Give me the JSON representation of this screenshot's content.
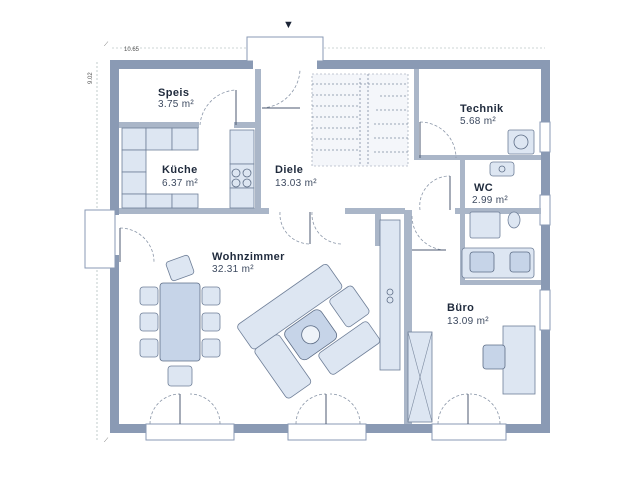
{
  "plan": {
    "dimensions": {
      "width": "10.65",
      "height": "9.02"
    },
    "rooms": [
      {
        "name": "Speis",
        "area": "3.75 m²"
      },
      {
        "name": "Küche",
        "area": "6.37 m²"
      },
      {
        "name": "Diele",
        "area": "13.03 m²"
      },
      {
        "name": "Technik",
        "area": "5.68 m²"
      },
      {
        "name": "WC",
        "area": "2.99 m²"
      },
      {
        "name": "Wohnzimmer",
        "area": "32.31 m²"
      },
      {
        "name": "Büro",
        "area": "13.09 m²"
      }
    ],
    "entrance_marker": "▼"
  },
  "colors": {
    "wall": "#8a9ab4",
    "furniture": "#dde6f2",
    "text": "#1f2a3c"
  }
}
